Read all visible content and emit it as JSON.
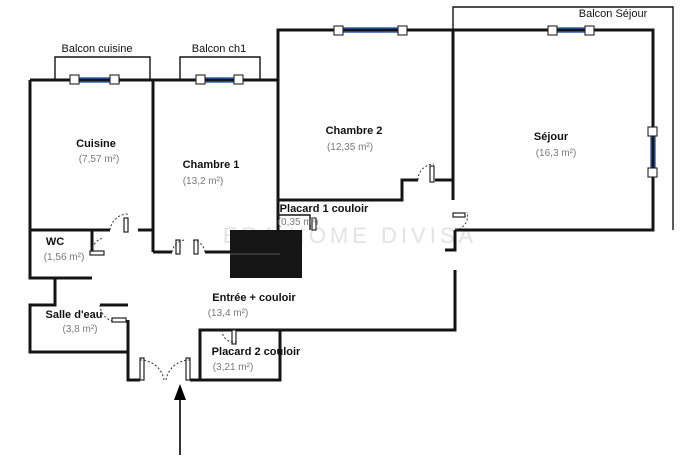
{
  "watermark": "ERA HOME DIVISA",
  "balconies": [
    {
      "id": "cuisine",
      "label": "Balcon cuisine"
    },
    {
      "id": "ch1",
      "label": "Balcon ch1"
    },
    {
      "id": "sejour",
      "label": "Balcon Séjour"
    }
  ],
  "rooms": [
    {
      "id": "cuisine",
      "name": "Cuisine",
      "area": "(7,57 m²)"
    },
    {
      "id": "chambre1",
      "name": "Chambre 1",
      "area": "(13,2 m²)"
    },
    {
      "id": "chambre2",
      "name": "Chambre 2",
      "area": "(12,35 m²)"
    },
    {
      "id": "sejour",
      "name": "Séjour",
      "area": "(16,3 m²)"
    },
    {
      "id": "placard1",
      "name": "Placard 1 couloir",
      "area": "(0,35 m²)"
    },
    {
      "id": "wc",
      "name": "WC",
      "area": "(1,56 m²)"
    },
    {
      "id": "salle-deau",
      "name": "Salle d'eau",
      "area": "(3,8 m²)"
    },
    {
      "id": "entree",
      "name": "Entrée + couloir",
      "area": "(13,4 m²)"
    },
    {
      "id": "placard2",
      "name": "Placard 2 couloir",
      "area": "(3,21 m²)"
    }
  ],
  "colors": {
    "walls": "#141414",
    "window": "#2f5fb0",
    "stair": "#151515"
  }
}
